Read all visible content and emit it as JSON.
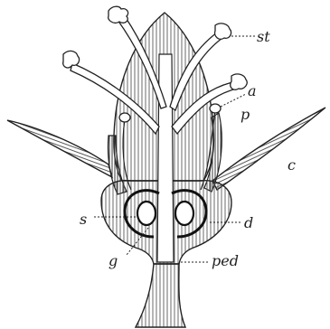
{
  "labels": {
    "st": "st",
    "a": "a",
    "p": "p",
    "c": "c",
    "s": "s",
    "d": "d",
    "g": "g",
    "ped": "ped"
  }
}
